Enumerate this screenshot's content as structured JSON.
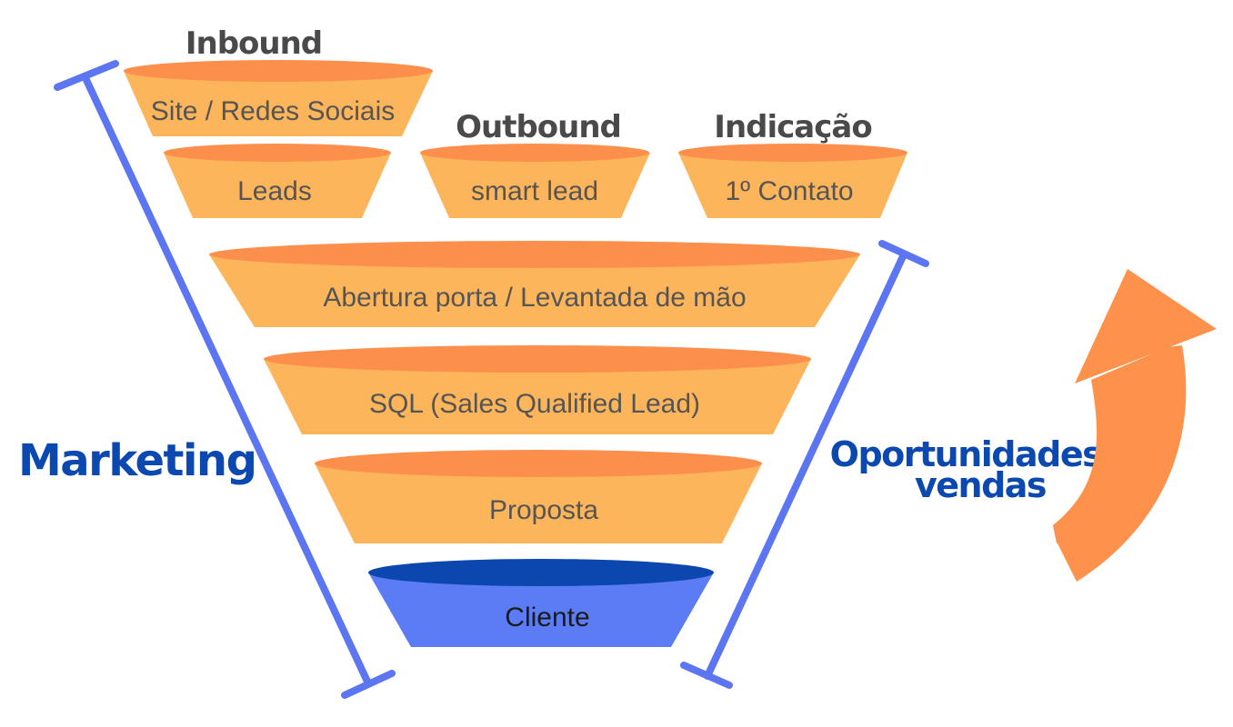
{
  "channels": {
    "inbound": "Inbound",
    "outbound": "Outbound",
    "indicacao": "Indicação"
  },
  "stages": {
    "site": "Site / Redes Sociais",
    "leads": "Leads",
    "smart_lead": "smart lead",
    "contato": "1º Contato",
    "abertura": "Abertura porta / Levantada de mão",
    "sql": "SQL (Sales Qualified Lead)",
    "proposta": "Proposta",
    "cliente": "Cliente"
  },
  "side_labels": {
    "marketing": "Marketing",
    "oportunidades_line1": "Oportunidades /",
    "oportunidades_line2": "vendas"
  },
  "colors": {
    "funnel_body": "#FDB55B",
    "funnel_rim": "#FD8F4C",
    "cliente_body": "#5B7CF5",
    "cliente_rim": "#0B47AF",
    "bracket": "#5C76F2",
    "arrow": "#FE914B",
    "side_text": "#0B48B0",
    "heading_text": "#4A4A4A",
    "stage_text": "#555555"
  }
}
